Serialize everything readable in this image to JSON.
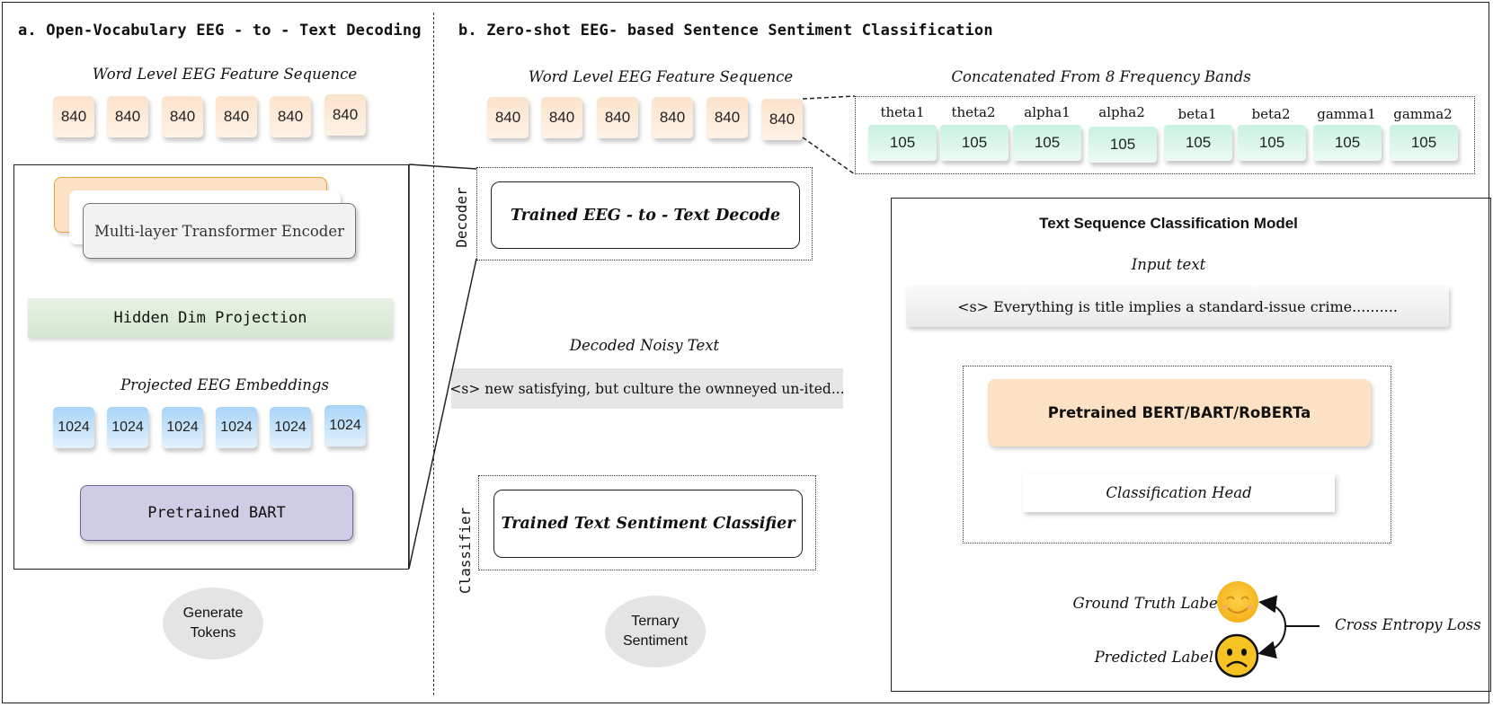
{
  "panel_a": {
    "title": "a. Open-Vocabulary EEG - to - Text Decoding",
    "feature_label": "Word Level EEG Feature Sequence",
    "features": [
      "840",
      "840",
      "840",
      "840",
      "840",
      "840"
    ],
    "encoder_label": "Multi-layer Transformer Encoder",
    "projection_label": "Hidden Dim Projection",
    "embedding_label": "Projected EEG Embeddings",
    "embeddings": [
      "1024",
      "1024",
      "1024",
      "1024",
      "1024",
      "1024"
    ],
    "bart_label": "Pretrained BART",
    "output": "Generate\nTokens"
  },
  "panel_b": {
    "title": "b. Zero-shot EEG- based Sentence Sentiment Classification",
    "feature_label": "Word Level EEG Feature Sequence",
    "features": [
      "840",
      "840",
      "840",
      "840",
      "840",
      "840"
    ],
    "bands_label": "Concatenated From 8 Frequency Bands",
    "bands": [
      {
        "name": "theta1",
        "value": "105"
      },
      {
        "name": "theta2",
        "value": "105"
      },
      {
        "name": "alpha1",
        "value": "105"
      },
      {
        "name": "alpha2",
        "value": "105"
      },
      {
        "name": "beta1",
        "value": "105"
      },
      {
        "name": "beta2",
        "value": "105"
      },
      {
        "name": "gamma1",
        "value": "105"
      },
      {
        "name": "gamma2",
        "value": "105"
      }
    ],
    "decoder_tag": "Decoder",
    "decoder_box": "Trained EEG - to - Text Decode",
    "decoded_label": "Decoded Noisy Text",
    "decoded_text": "<s> new satisfying, but culture the ownneyed un-ited...",
    "classifier_tag": "Classifier",
    "classifier_box": "Trained Text Sentiment Classifier",
    "output": "Ternary\nSentiment"
  },
  "model": {
    "title": "Text Sequence Classification Model",
    "input_label": "Input text",
    "input_text": "<s> Everything is title implies a standard-issue crime..........",
    "pretrained": "Pretrained BERT/BART/RoBERTa",
    "head": "Classification Head",
    "gt_label": "Ground Truth Label",
    "pred_label": "Predicted Label",
    "loss_label": "Cross Entropy Loss"
  },
  "colors": {
    "feature": "#fbe3cc",
    "band": "#c9f2df",
    "embedding": "#a9d4f7",
    "bart": "#cfcde6",
    "pretrained": "#fde1c5",
    "emoji": "#f6c324"
  }
}
